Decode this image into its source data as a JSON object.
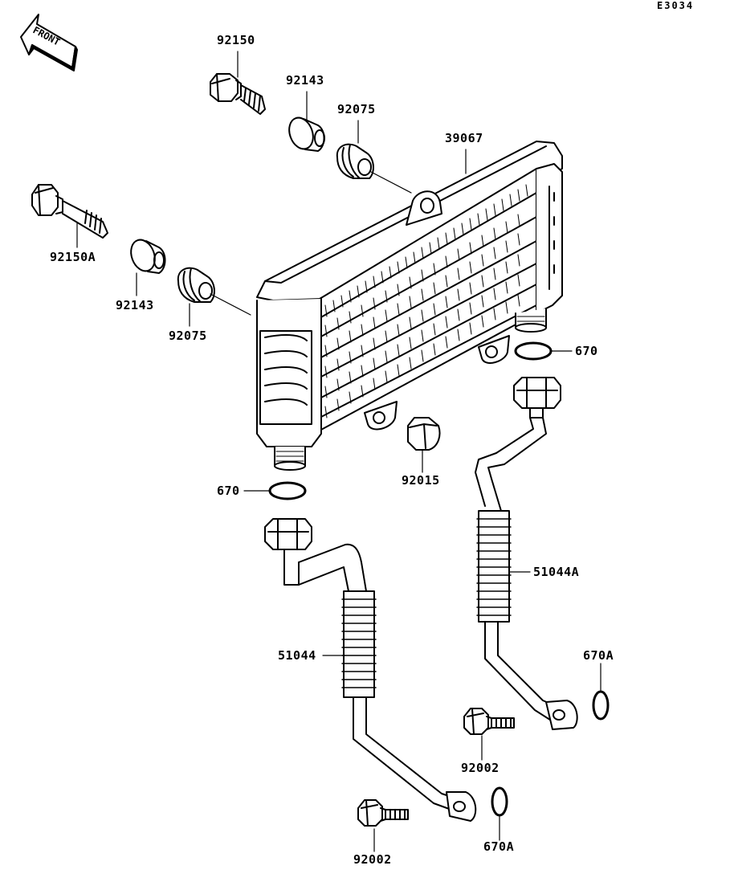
{
  "diagram_code": "E3034",
  "front_badge": "FRONT",
  "labels": {
    "bolt_upper": "92150",
    "collar_upper": "92143",
    "grommet_upper": "92075",
    "oil_cooler": "39067",
    "bolt_left": "92150A",
    "collar_left": "92143",
    "grommet_left": "92075",
    "oring_right": "670",
    "cap": "92015",
    "oring_left": "670",
    "hose_right": "51044A",
    "hose_left": "51044",
    "oring_small_right": "670A",
    "bolt_lower_right": "92002",
    "bolt_lower": "92002",
    "oring_small_lower": "670A"
  }
}
